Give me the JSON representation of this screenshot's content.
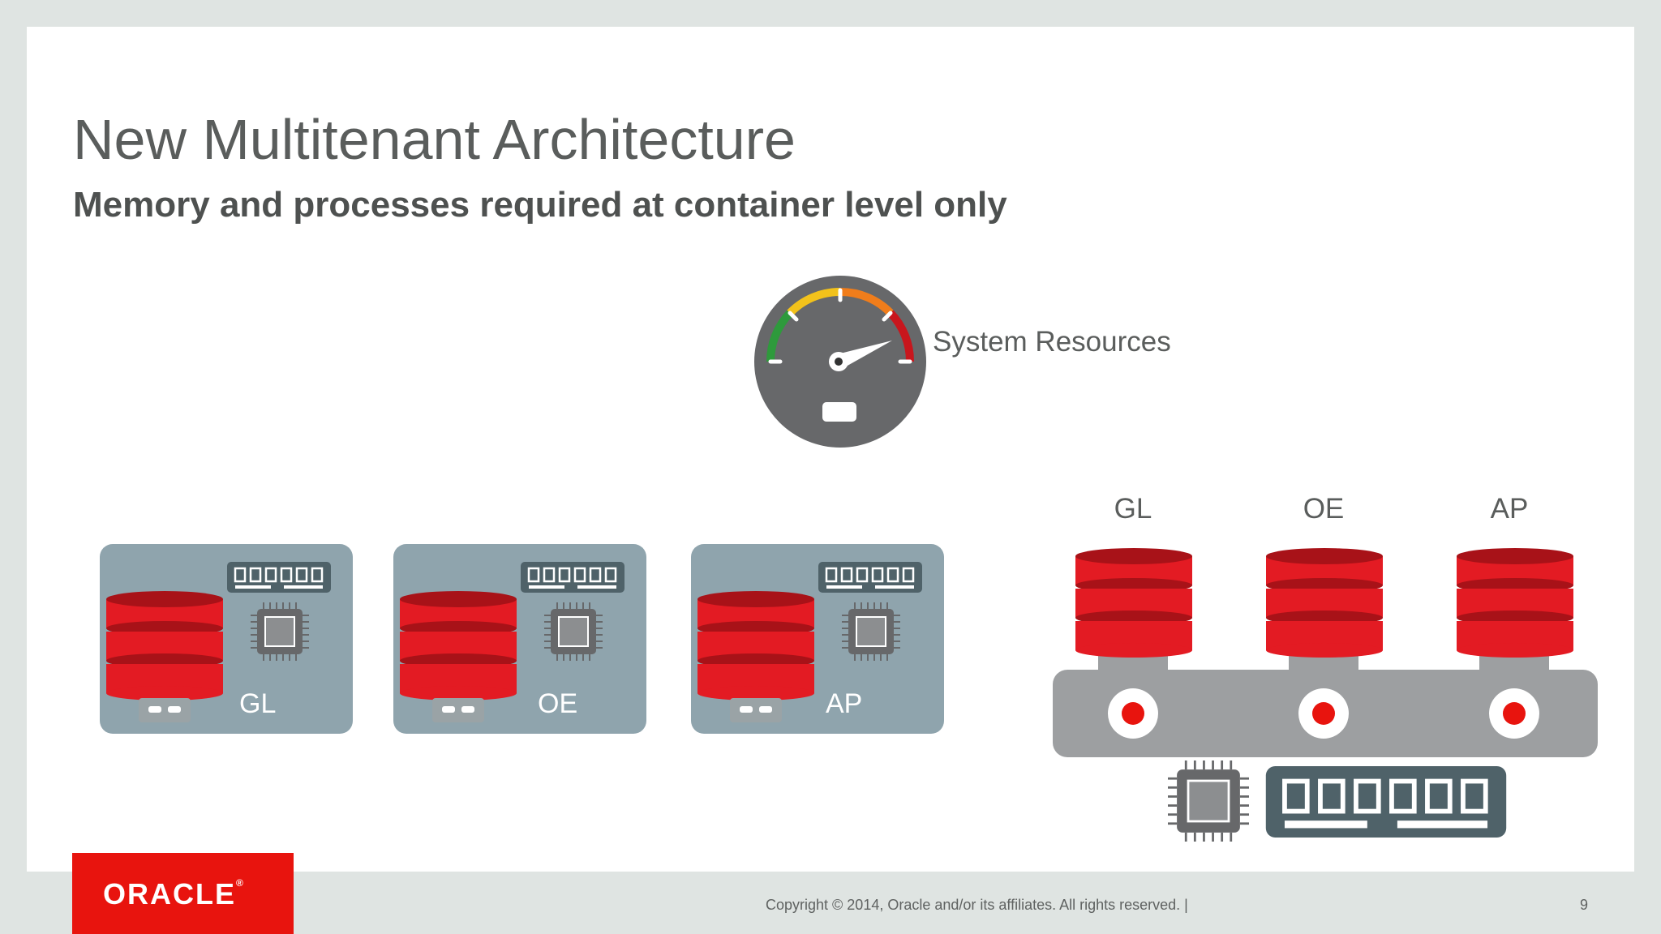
{
  "slide": {
    "title": "New Multitenant Architecture",
    "subtitle": "Memory and processes required at container level only"
  },
  "gauge": {
    "label": "System Resources"
  },
  "separate_databases": [
    {
      "label": "GL"
    },
    {
      "label": "OE"
    },
    {
      "label": "AP"
    }
  ],
  "container_databases": [
    {
      "label": "GL"
    },
    {
      "label": "OE"
    },
    {
      "label": "AP"
    }
  ],
  "footer": {
    "logo": "ORACLE",
    "copyright": "Copyright © 2014, Oracle and/or its affiliates. All rights reserved.  |",
    "page_number": "9"
  },
  "colors": {
    "db_red": "#e31b23",
    "db_dark": "#a81218",
    "box_bg": "#8fa4ad",
    "chip": "#67686a",
    "oracle_red": "#e8140e"
  }
}
